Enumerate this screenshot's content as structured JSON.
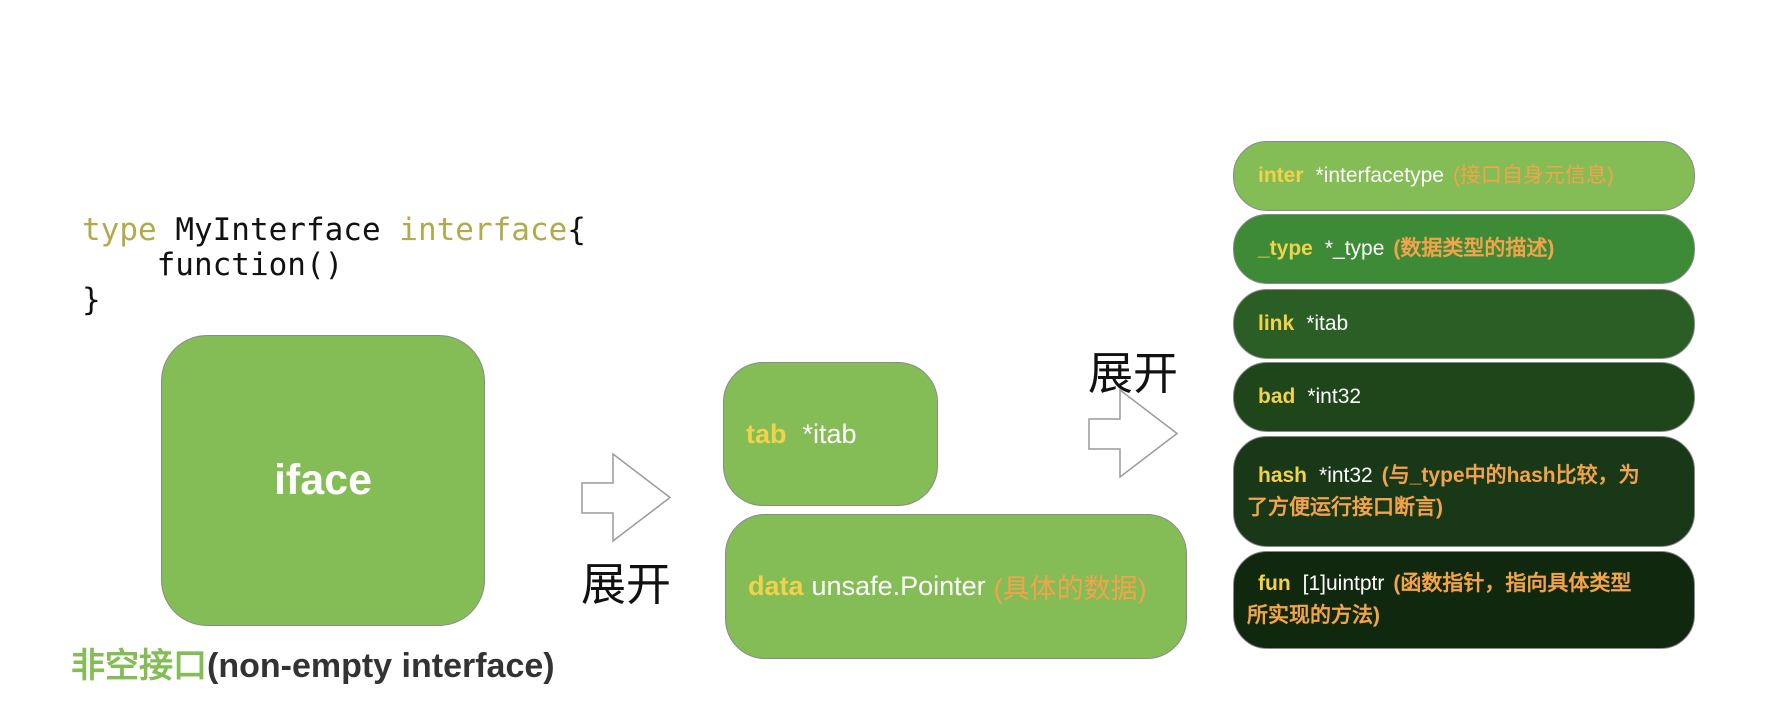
{
  "colors": {
    "code_keyword": "#b1ab4c",
    "iface_green": "#84bc56",
    "caption_green": "#84bc56",
    "caption_dark": "#333333",
    "field_name_yellow": "#f3d24b",
    "field_type_white": "#ffffff",
    "field_note_orange": "#f3a34a",
    "row_inter": "#84bc56",
    "row_type": "#3e8b37",
    "row_link": "#2b5e25",
    "row_bad": "#1f461b",
    "row_hash": "#183817",
    "row_fun": "#10280e",
    "box_border": "#8a8a8a",
    "arrow_stroke": "#9a9a9a"
  },
  "code": {
    "line1": {
      "keyword_type": "type",
      "name": " MyInterface ",
      "keyword_interface": "interface",
      "brace": "{"
    },
    "line2": "function()",
    "line3": "}"
  },
  "iface": {
    "label": "iface"
  },
  "caption": {
    "zh_label": "非空接口",
    "en_label": "(non-empty interface)"
  },
  "expand_arrows": [
    {
      "label": "展开"
    },
    {
      "label": "展开"
    }
  ],
  "iface_fields": [
    {
      "name": "tab",
      "type": "*itab"
    },
    {
      "name": "data",
      "type": "unsafe.Pointer",
      "note": "(具体的数据)"
    }
  ],
  "itab_fields": [
    {
      "name": "inter",
      "type": "*interfacetype",
      "note": "(接口自身元信息)"
    },
    {
      "name": "_type",
      "type": "*_type",
      "note": "(数据类型的描述)"
    },
    {
      "name": "link",
      "type": "*itab"
    },
    {
      "name": "bad",
      "type": "*int32"
    },
    {
      "name": "hash",
      "type": "*int32",
      "note": "(与_type中的hash比较，为了方便运行接口断言)"
    },
    {
      "name": "fun",
      "type": "[1]uintptr",
      "note": "(函数指针，指向具体类型所实现的方法)"
    }
  ]
}
